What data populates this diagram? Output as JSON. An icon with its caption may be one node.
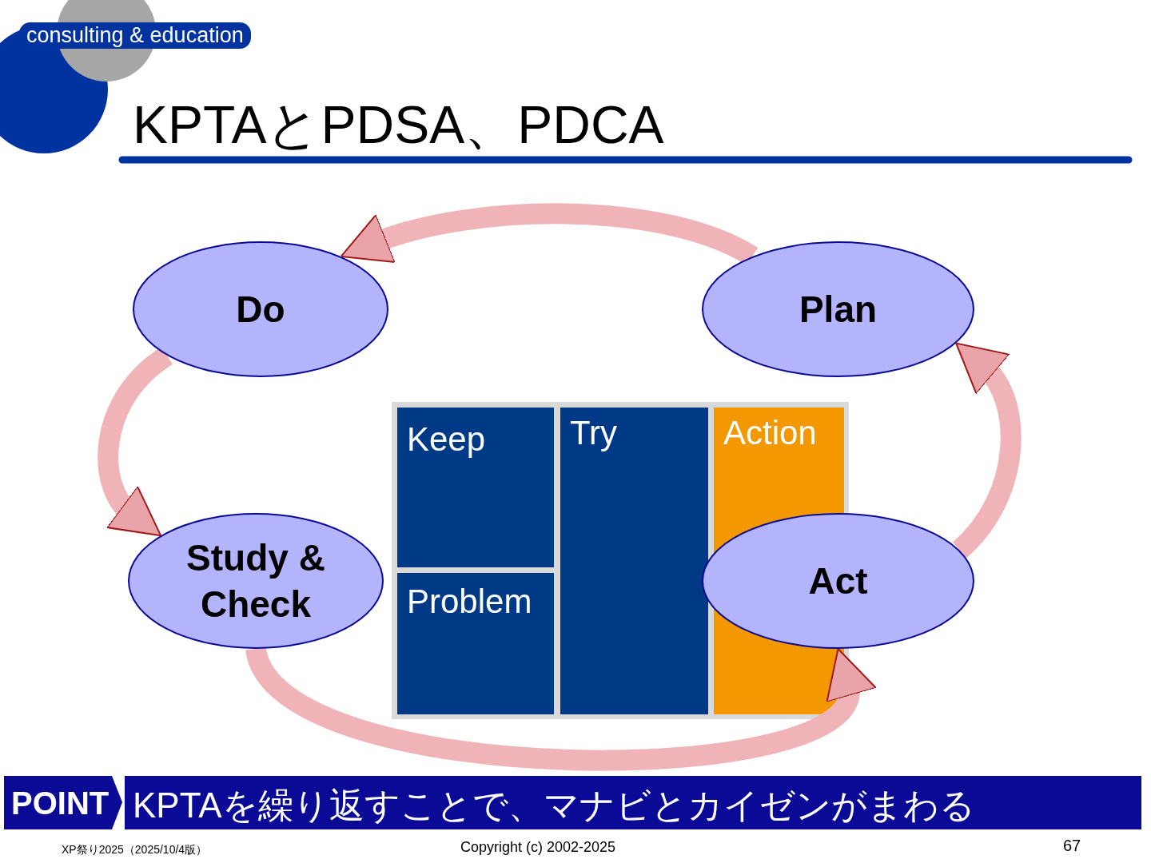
{
  "diagram": {
    "title": "KPTAとPDSA、PDCA",
    "nodes": [
      {
        "text": [
          "Plan"
        ]
      },
      {
        "text": [
          "Do"
        ]
      },
      {
        "text": [
          "Study & Check"
        ]
      },
      {
        "text": [
          "Act"
        ]
      },
      {
        "text": [
          "Keep"
        ]
      },
      {
        "text": [
          "Problem"
        ]
      },
      {
        "text": [
          "Try"
        ]
      },
      {
        "text": [
          "Action"
        ]
      }
    ],
    "edges": [
      {
        "from": 0,
        "to": 1,
        "arrow": "to"
      },
      {
        "from": 1,
        "to": 2,
        "arrow": "to"
      },
      {
        "from": 2,
        "to": 3,
        "arrow": "to"
      },
      {
        "from": 3,
        "to": 0,
        "arrow": "to"
      }
    ],
    "labels": [
      "consulting & education",
      "POINT",
      "KPTAを繰り返すことで、マナビとカイゼンがまわる",
      "XP祭り2025（2025/10/4版）",
      "Copyright (c) 2002-2025",
      "67"
    ]
  }
}
